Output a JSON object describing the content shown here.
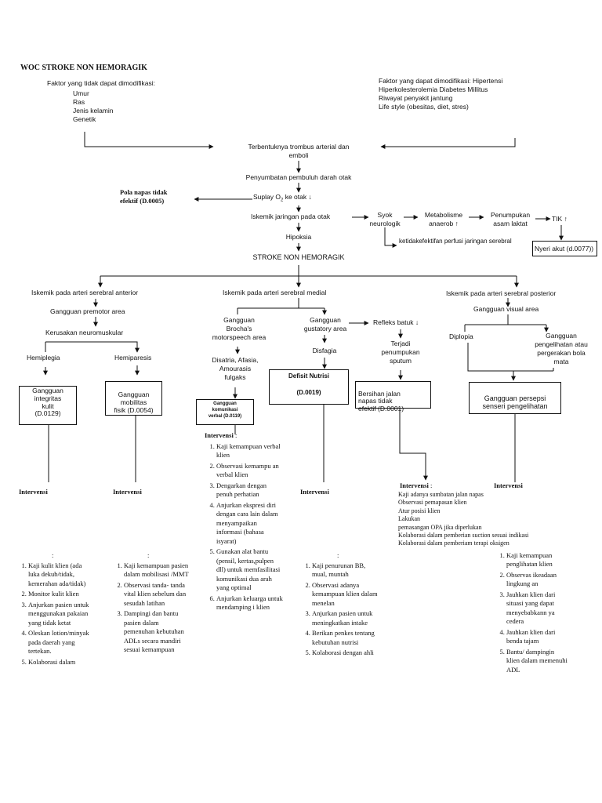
{
  "title": "WOC STROKE NON HEMORAGIK",
  "risk_nonmodifiable": {
    "heading": "Faktor yang tidak dapat dimodifikasi:",
    "items": [
      "Umur",
      "Ras",
      "Jenis kelamin",
      "Genetik"
    ]
  },
  "risk_modifiable": {
    "lines": [
      "Faktor yang dapat dimodifikasi: Hipertensi",
      "Hiperkolesterolemia Diabetes Millitus",
      "Riwayat penyakit jantung",
      "Life style (obesitas, diet, stres)"
    ]
  },
  "flow": {
    "trombus": "Terbentuknya trombus arterial dan\nemboli",
    "penyumbatan": "Penyumbatan pembuluh darah otak",
    "suplay": "Suplay O",
    "suplay_sub": "2",
    "suplay_end": "ke otak ↓",
    "pola_napas": "Pola napas tidak\nefektif (D.0005)",
    "iskemik_otak": "Iskemik jaringan pada otak",
    "syok": "Syok\nneurologik",
    "metabolisme": "Metabolisme\nanaerob ↑",
    "penumpukan": "Penumpukan\nasam laktat",
    "tik": "TIK ↑",
    "perfusi": "ketidakefektifan perfusi jaringan serebral",
    "nyeri": "Nyeri akut (d.0077))",
    "hipoksia": "Hipoksia",
    "stroke": "STROKE NON HEMORAGIK"
  },
  "anterior": {
    "title": "Iskemik pada arteri serebral anterior",
    "premotor": "Gangguan premotor area",
    "kerusakan": "Kerusakan neuromuskular",
    "hemiplegia": "Hemiplegia",
    "hemiparesis": "Hemiparesis",
    "dx1": "Gangguan\nintegritas\nkulit\n(D.0129)",
    "dx2": "Gangguan\nmobilitas\nfisik (D.0054)"
  },
  "medial": {
    "title": "Iskemik pada arteri serebral medial",
    "brocha": "Gangguan\nBrocha's\nmotorspeech area",
    "gustatory": "Gangguan\ngustatory area",
    "refleks": "Refleks batuk ↓",
    "disatria": "Disatria, Afasia,\nAmourasis\nfulgaks",
    "disfagia": "Disfagia",
    "sputum": "Terjadi\npenumpukan\nsputum",
    "dx_komunikasi": "Gangguan\nkomunikasi\nverbal (D.0119)",
    "dx_nutrisi": "Defisit Nutrisi\n\n(D.0019)",
    "dx_jalan_napas": "Bersihan jalan\nnapas tidak\nefektif (D.0001)"
  },
  "posterior": {
    "title": "Iskemik pada arteri serebral posterior",
    "visual": "Gangguan visual area",
    "diplopia": "Diplopia",
    "gangguan_bola": "Gangguan\npengelihatan atau\npergerakan bola\nmata",
    "dx_persepsi": "Gangguan persepsi\nsenseri pengelihatan"
  },
  "interventions": {
    "label": "Intervensi",
    "colon": ":",
    "integritas": [
      "Kaji kulit klien (ada luka dekub/tidak, kemerahan ada/tidak)",
      "Monitor kulit klien",
      "Anjurkan pasien untuk menggunakan pakaian yang tidak ketat",
      "Oleskan lotion/minyak pada daerah yang tertekan.",
      "Kolaborasi dalam"
    ],
    "mobilitas": [
      "Kaji kemampuan pasien dalam mobilisasi /MMT",
      "Observasi tanda- tanda vital klien sebelum dan sesudah latihan",
      "Dampingi dan bantu pasien dalam pemenuhan kebutuhan ADLs secara mandiri sesuai kemampuan"
    ],
    "komunikasi": [
      "Kaji kemampuan verbal klien",
      "Observasi kemampu an verbal klien",
      "Dengarkan dengan penuh perhatian",
      "Anjurkan ekspresi diri dengan cara lain dalam menyampaikan informasi (bahasa isyarat)",
      "Gunakan alat bantu (pensil, kertas,pulpen dll) untuk memfasilitasi komunikasi dua arah yang optimal",
      "Anjurkan keluarga untuk mendamping i klien"
    ],
    "nutrisi": [
      "Kaji penurunan BB, mual, muntah",
      "Observasi adanya kemampuan klien dalam menelan",
      "Anjurkan pasien untuk meningkatkan intake",
      "Berikan penkes tentang kebutuhan nutrisi",
      "Kolaborasi dengan ahli"
    ],
    "jalan_napas": [
      "Kaji adanya sumbatan jalan napas",
      "Observasi pemapasan klien",
      "Atur posisi klien",
      "Lakukan",
      "pemasangan OPA jika diperlukan",
      "Kolaborasi dalam pemberian suction sesuai indikasi",
      "Kolaborasi dalam pemberiam terapi oksigen"
    ],
    "persepsi": [
      "Kaji kemampuan penglihatan klien",
      "Observas ikeadaan lingkung an",
      "Jauhkan klien dari situasi yang dapat menyebabkann ya cedera",
      "Jauhkan klien dari benda tajam",
      "Bantu/ dampingin klien dalam memenuhi ADL"
    ]
  }
}
